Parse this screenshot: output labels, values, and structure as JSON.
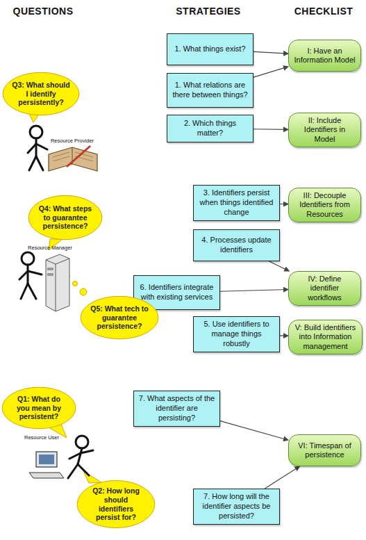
{
  "diagram": {
    "nodes": [
      {
        "text": [
          "1. What things exist?"
        ]
      },
      {
        "text": [
          "I: Have an Information Model"
        ]
      },
      {
        "text": [
          "1. What relations are there between things?"
        ]
      },
      {
        "text": [
          "Q3: What should I identify persistently?"
        ]
      },
      {
        "text": [
          "2. Which things matter?"
        ]
      },
      {
        "text": [
          "II: Include Identifiers in Model"
        ]
      },
      {
        "text": [
          "3. Identifiers persist when things identified change"
        ]
      },
      {
        "text": [
          "III: Decouple Identifiers from Resources"
        ]
      },
      {
        "text": [
          "Q4: What steps to guarantee persistence?"
        ]
      },
      {
        "text": [
          "4. Processes update identifiers"
        ]
      },
      {
        "text": [
          "6. Identifiers integrate with existing services"
        ]
      },
      {
        "text": [
          "IV: Define identifier workflows"
        ]
      },
      {
        "text": [
          "Q5: What tech to guarantee persistence?"
        ]
      },
      {
        "text": [
          "5. Use identifiers to manage things robustly"
        ]
      },
      {
        "text": [
          "V: Build identifiers into Information management"
        ]
      },
      {
        "text": [
          "Q1: What do you mean by persistent?"
        ]
      },
      {
        "text": [
          "7. What aspects of the identifier are persisting?"
        ]
      },
      {
        "text": [
          "VI: Timespan of persistence"
        ]
      },
      {
        "text": [
          "Q2: How long should identifiers persist for?"
        ]
      },
      {
        "text": [
          "7. How long will the identifier aspects be persisted?"
        ]
      }
    ],
    "edges": [
      {
        "from": 0,
        "to": 1,
        "arrow": "to"
      },
      {
        "from": 2,
        "to": 1,
        "arrow": "to"
      },
      {
        "from": 4,
        "to": 5,
        "arrow": "to"
      },
      {
        "from": 6,
        "to": 7,
        "arrow": "to"
      },
      {
        "from": 9,
        "to": 11,
        "arrow": "to"
      },
      {
        "from": 10,
        "to": 11,
        "arrow": "to"
      },
      {
        "from": 13,
        "to": 14,
        "arrow": "to"
      },
      {
        "from": 16,
        "to": 17,
        "arrow": "to"
      },
      {
        "from": 19,
        "to": 17,
        "arrow": "to"
      }
    ],
    "labels": [
      "QUESTIONS",
      "STRATEGIES",
      "CHECKLIST",
      "Resource Provider",
      "Resource Manager",
      "Resource User"
    ]
  }
}
